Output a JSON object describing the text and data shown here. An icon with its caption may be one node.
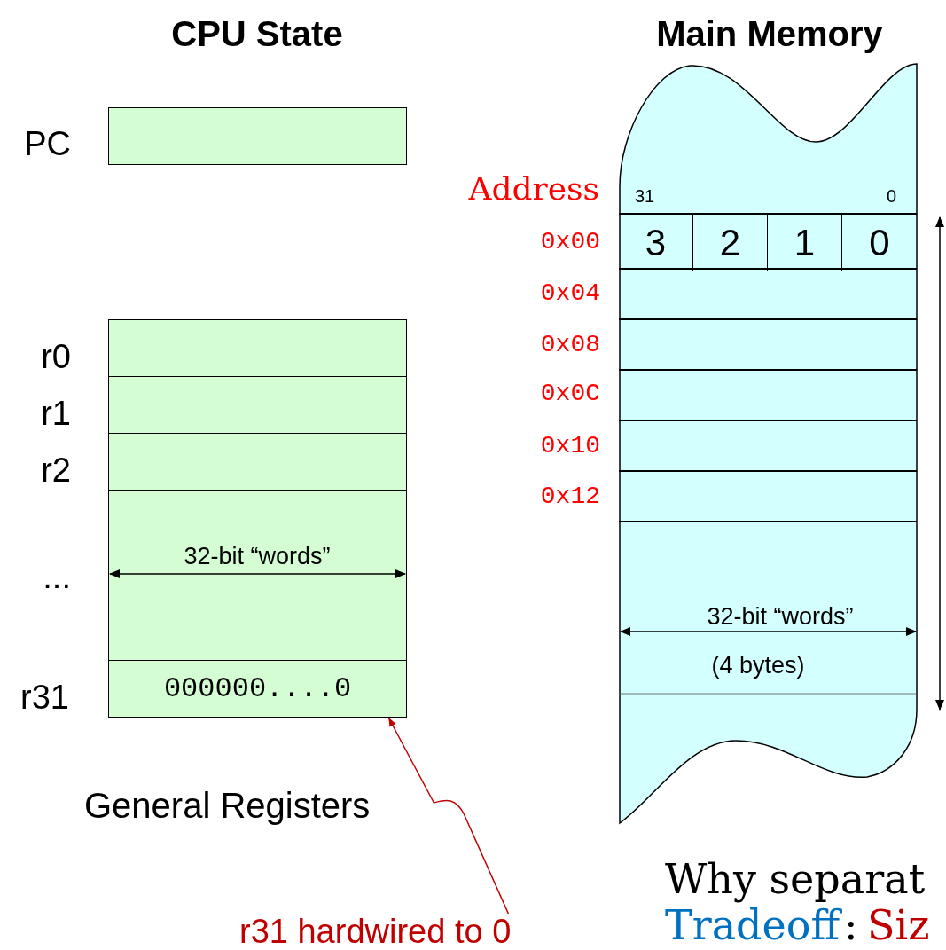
{
  "diagram": {
    "nodes": [
      {
        "text": [],
        "shape": "box",
        "beside": [
          "PC"
        ]
      },
      {
        "text": [],
        "shape": "box",
        "beside": [
          "r0"
        ]
      },
      {
        "text": [],
        "shape": "box",
        "beside": [
          "r1"
        ]
      },
      {
        "text": [],
        "shape": "box",
        "beside": [
          "r2"
        ]
      },
      {
        "text": [],
        "shape": "box",
        "beside": [
          "..."
        ]
      },
      {
        "text": [
          "000000....0"
        ],
        "beside": [
          "r31"
        ]
      },
      {
        "text": [
          "r31 hardwired to 0"
        ]
      },
      {
        "text": [
          "Main Memory"
        ]
      },
      {
        "text": [],
        "shape": "box",
        "in": 7,
        "beside": [
          "0x00"
        ]
      },
      {
        "text": [
          "3"
        ],
        "in": 8
      },
      {
        "text": [
          "2"
        ],
        "in": 8
      },
      {
        "text": [
          "1"
        ],
        "in": 8
      },
      {
        "text": [
          "0"
        ],
        "in": 8
      },
      {
        "text": [],
        "shape": "box",
        "in": 7,
        "beside": [
          "0x04"
        ]
      },
      {
        "text": [],
        "shape": "box",
        "in": 7,
        "beside": [
          "0x08"
        ]
      },
      {
        "text": [],
        "shape": "box",
        "in": 7,
        "beside": [
          "0x0C"
        ]
      },
      {
        "text": [],
        "shape": "box",
        "in": 7,
        "beside": [
          "0x10"
        ]
      },
      {
        "text": [],
        "shape": "box",
        "in": 7,
        "beside": [
          "0x12"
        ]
      }
    ],
    "edges": [
      {
        "from": 6,
        "to": 5,
        "arrow": "to",
        "color": "#c00000"
      }
    ],
    "labels": [
      "CPU State",
      "General Registers",
      "32-bit “words”",
      "Address",
      "31",
      "0",
      "32-bit “words”",
      "(4 bytes)",
      "Why separat",
      "Tradeoff",
      ":",
      "Siz"
    ]
  }
}
